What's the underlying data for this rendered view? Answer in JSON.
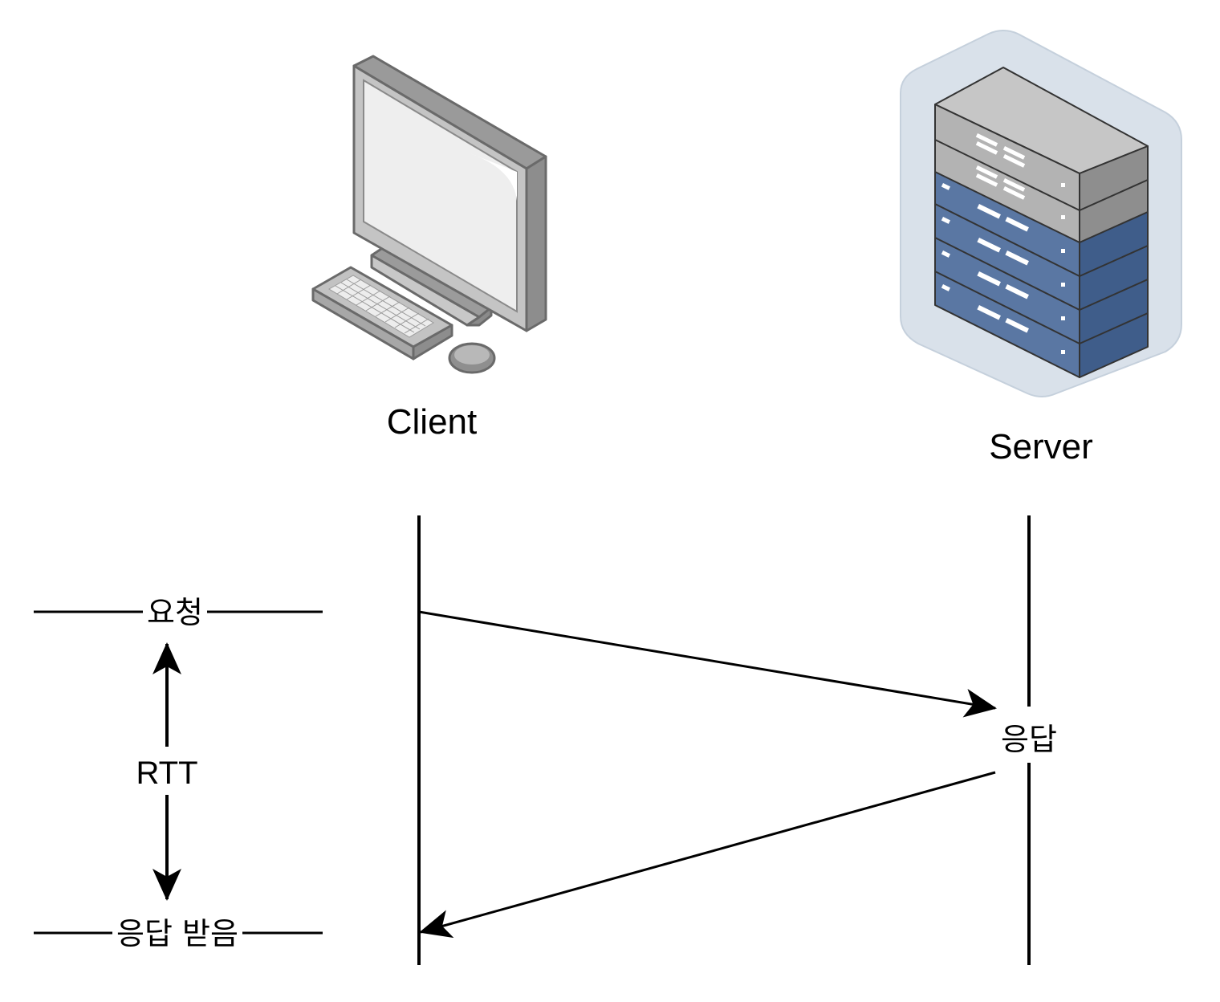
{
  "nodes": {
    "client": {
      "label": "Client",
      "icon": "desktop-computer-icon"
    },
    "server": {
      "label": "Server",
      "icon": "server-rack-icon"
    }
  },
  "messages": {
    "request": "요청",
    "response": "응답",
    "response_received": "응답 받음"
  },
  "rtt": {
    "label": "RTT"
  },
  "colors": {
    "line": "#000000",
    "monitor_frame": "#bdbdbd",
    "monitor_outline": "#6f6f6f",
    "server_gray": "#b3b3b3",
    "server_blue": "#5a77a3",
    "server_halo": "#d9e1ea"
  }
}
